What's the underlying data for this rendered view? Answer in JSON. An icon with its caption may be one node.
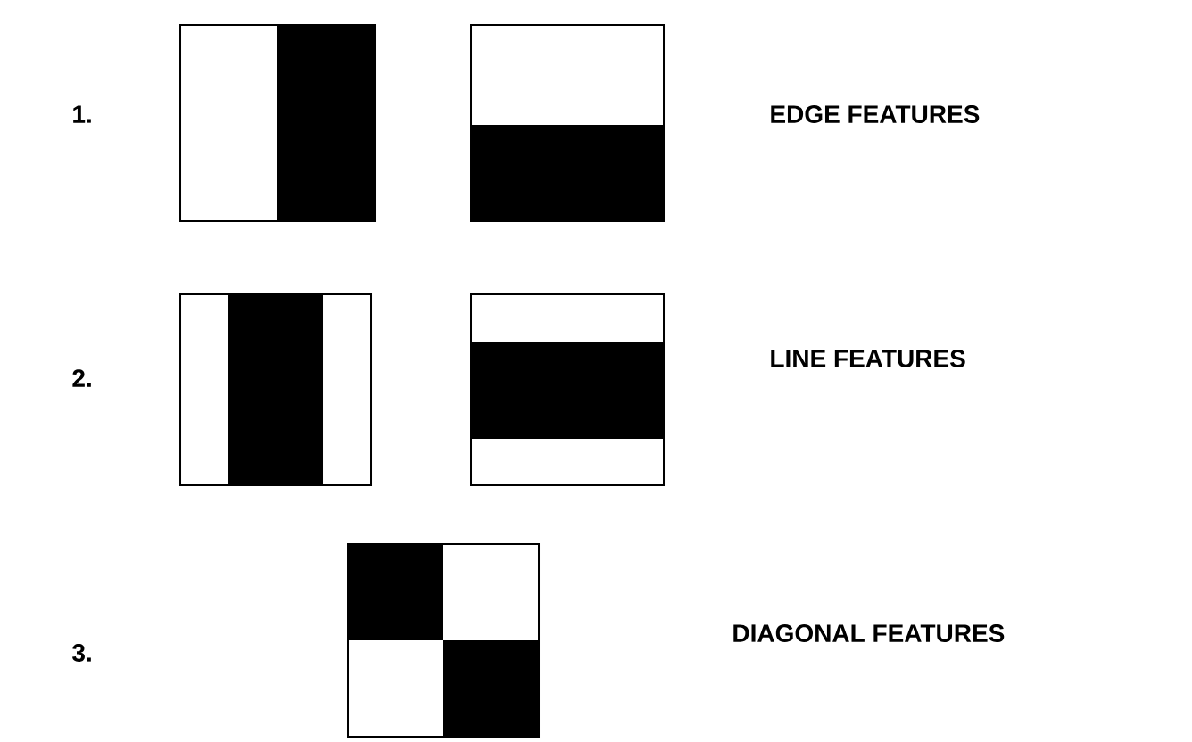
{
  "diagram": {
    "labels": [
      "1.",
      "EDGE FEATURES",
      "2.",
      "LINE FEATURES",
      "3.",
      "DIAGONAL FEATURES"
    ]
  }
}
